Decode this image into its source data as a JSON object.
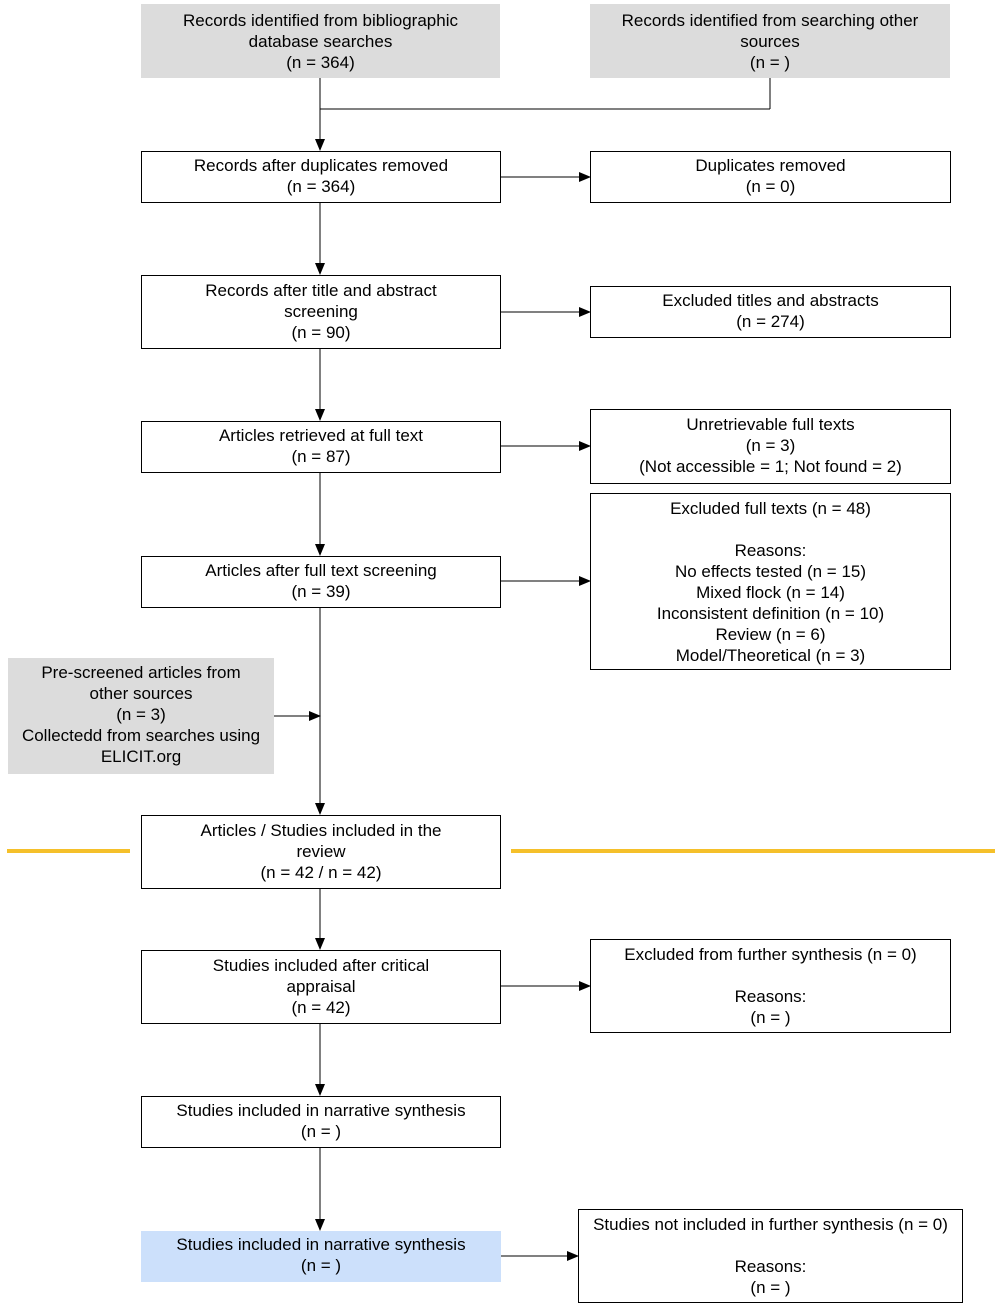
{
  "identification": {
    "database": [
      "Records identified from bibliographic",
      "database searches",
      "(n = 364)"
    ],
    "other_sources": [
      "Records identified from searching other",
      "sources",
      "(n = )"
    ]
  },
  "screening": {
    "after_duplicates": [
      "Records after duplicates removed",
      "(n = 364)"
    ],
    "duplicates_removed": [
      "Duplicates removed",
      "(n = 0)"
    ],
    "after_title_abstract": [
      "Records after title and abstract",
      "screening",
      "(n = 90)"
    ],
    "excluded_titles_abstracts": [
      "Excluded titles and abstracts",
      "(n = 274)"
    ],
    "retrieved_full_text": [
      "Articles retrieved at full text",
      "(n = 87)"
    ],
    "unretrievable": [
      "Unretrievable full texts",
      "(n = 3)",
      "(Not accessible = 1; Not found = 2)"
    ],
    "after_full_text": [
      "Articles after full text screening",
      "(n = 39)"
    ],
    "excluded_full_texts": [
      "Excluded full texts (n = 48)",
      "",
      "Reasons:",
      "No effects tested (n =  15)",
      "Mixed flock (n =  14)",
      "Inconsistent definition (n =  10)",
      "Review (n =  6)",
      "Model/Theoretical (n = 3)"
    ],
    "prescreened": [
      "Pre-screened articles from",
      "other sources",
      "(n = 3)",
      "Collectedd from searches using",
      "ELICIT.org"
    ]
  },
  "included": {
    "in_review": [
      "Articles / Studies included in the",
      "review",
      "(n = 42 / n = 42)"
    ],
    "after_appraisal": [
      "Studies included after critical",
      "appraisal",
      "(n = 42)"
    ],
    "excluded_synthesis": [
      "Excluded from further synthesis (n = 0)",
      "",
      "Reasons:",
      "(n = )"
    ],
    "narrative_1": [
      "Studies included in narrative synthesis",
      "(n = )"
    ],
    "narrative_2": [
      "Studies included in narrative synthesis",
      "(n = )"
    ],
    "not_included": [
      "Studies not included in further synthesis (n = 0)",
      "",
      "Reasons:",
      "(n = )"
    ]
  },
  "colors": {
    "grey_fill": "#dcdcdc",
    "blue_fill": "#cce0fb",
    "divider": "#f5c02a",
    "stroke": "#000000"
  }
}
